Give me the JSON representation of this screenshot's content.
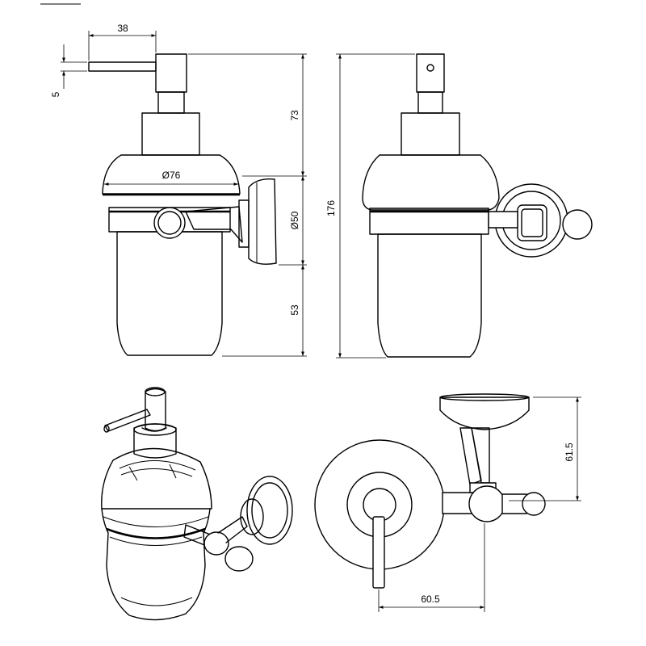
{
  "drawing": {
    "dimensions": {
      "top_width": "38",
      "stem_height": "5",
      "head_height": "73",
      "body_diameter": "Ø76",
      "mount_diameter": "Ø50",
      "bottom_height": "53",
      "total_height": "176",
      "bracket_height": "61.5",
      "bracket_reach": "60.5"
    }
  }
}
